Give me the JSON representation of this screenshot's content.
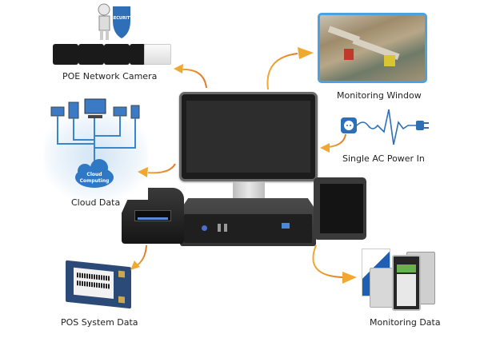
{
  "diagram": {
    "center": "POS terminal with monitor, printer and customer display",
    "nodes": [
      {
        "id": "camera",
        "label": "POE Network Camera",
        "icon": "cctv-camera-icon",
        "direction": "out"
      },
      {
        "id": "monitoring_window",
        "label": "Monitoring Window",
        "icon": "store-surveillance-image",
        "direction": "out"
      },
      {
        "id": "power",
        "label": "Single AC Power In",
        "icon": "power-plug-icon",
        "direction": "in"
      },
      {
        "id": "cloud",
        "label": "Cloud Data",
        "icon": "cloud-computing-icon",
        "direction": "out",
        "badge": "Cloud Computing"
      },
      {
        "id": "pos_data",
        "label": "POS System Data",
        "icon": "msata-ssd-icon",
        "direction": "out"
      },
      {
        "id": "monitoring_data",
        "label": "Monitoring Data",
        "icon": "hard-drives-icon",
        "direction": "out"
      }
    ],
    "colors": {
      "arrow": "#F0A830",
      "accent_blue": "#2E6FB7",
      "device_dark": "#2a2a2a"
    },
    "cloud_badge_line1": "Cloud",
    "cloud_badge_line2": "Computing",
    "robot_shield_text": "SECURITY"
  }
}
